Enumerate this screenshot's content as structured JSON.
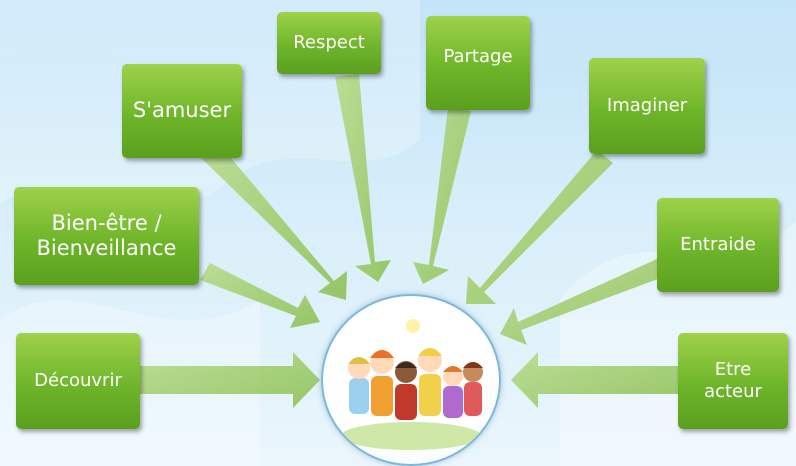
{
  "diagram": {
    "nodes": [
      {
        "id": "respect",
        "label": "Respect"
      },
      {
        "id": "partage",
        "label": "Partage"
      },
      {
        "id": "samuser",
        "label": "S'amuser"
      },
      {
        "id": "imaginer",
        "label": "Imaginer"
      },
      {
        "id": "bienetre",
        "label": "Bien-être /\nBienveillance"
      },
      {
        "id": "entraide",
        "label": "Entraide"
      },
      {
        "id": "decouvrir",
        "label": "Découvrir"
      },
      {
        "id": "etreacteur",
        "label": "Etre\nacteur"
      }
    ]
  },
  "colors": {
    "box_green": "#6fb52a",
    "arrow_green": "#9ccb6a",
    "hub_border": "#7fb7d8",
    "background": "#d8eefa"
  }
}
